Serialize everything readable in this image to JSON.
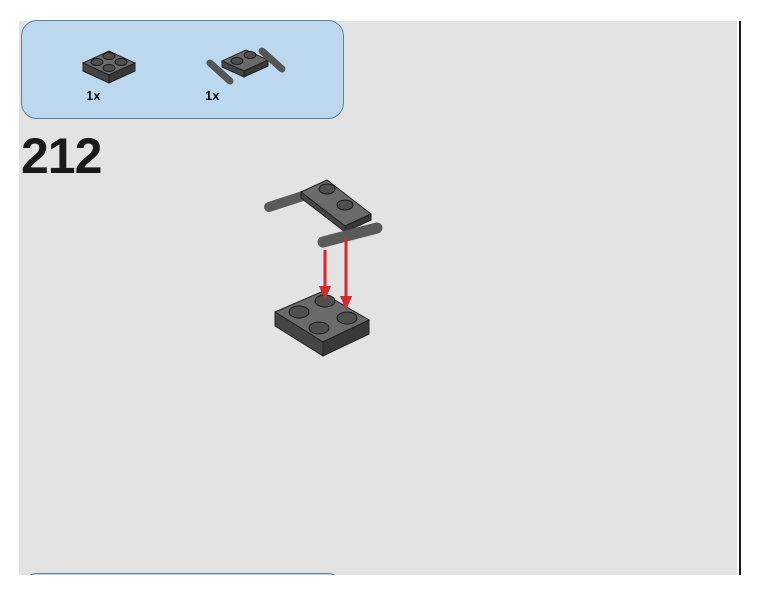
{
  "parts_list": {
    "items": [
      {
        "part": "plate-2x2-icon",
        "quantity": "1x"
      },
      {
        "part": "plate-with-bars-icon",
        "quantity": "1x"
      }
    ]
  },
  "step": {
    "number": "212"
  },
  "colors": {
    "background": "#e3e3e3",
    "parts_box": "#bcd8ef",
    "brick": "#5a5a5a",
    "arrow": "#d42a2a"
  }
}
